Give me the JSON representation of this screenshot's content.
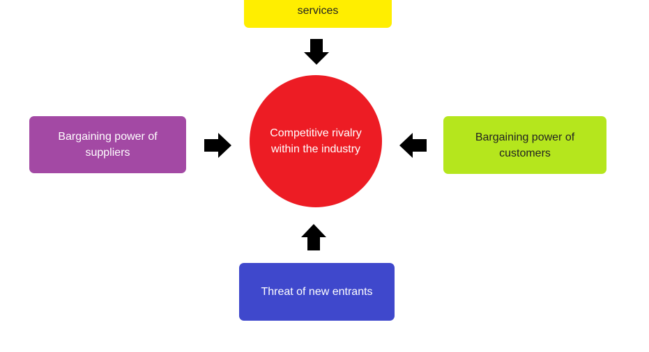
{
  "center": {
    "label": "Competitive rivalry\nwithin the industry",
    "color": "#ed1c24"
  },
  "forces": {
    "top": {
      "label": "services",
      "color": "#ffee00"
    },
    "left": {
      "label": "Bargaining power of\nsuppliers",
      "color": "#a349a4"
    },
    "right": {
      "label": "Bargaining power of\ncustomers",
      "color": "#b5e61d"
    },
    "bottom": {
      "label": "Threat of new entrants",
      "color": "#3f48cc"
    }
  },
  "arrow_color": "#000000"
}
